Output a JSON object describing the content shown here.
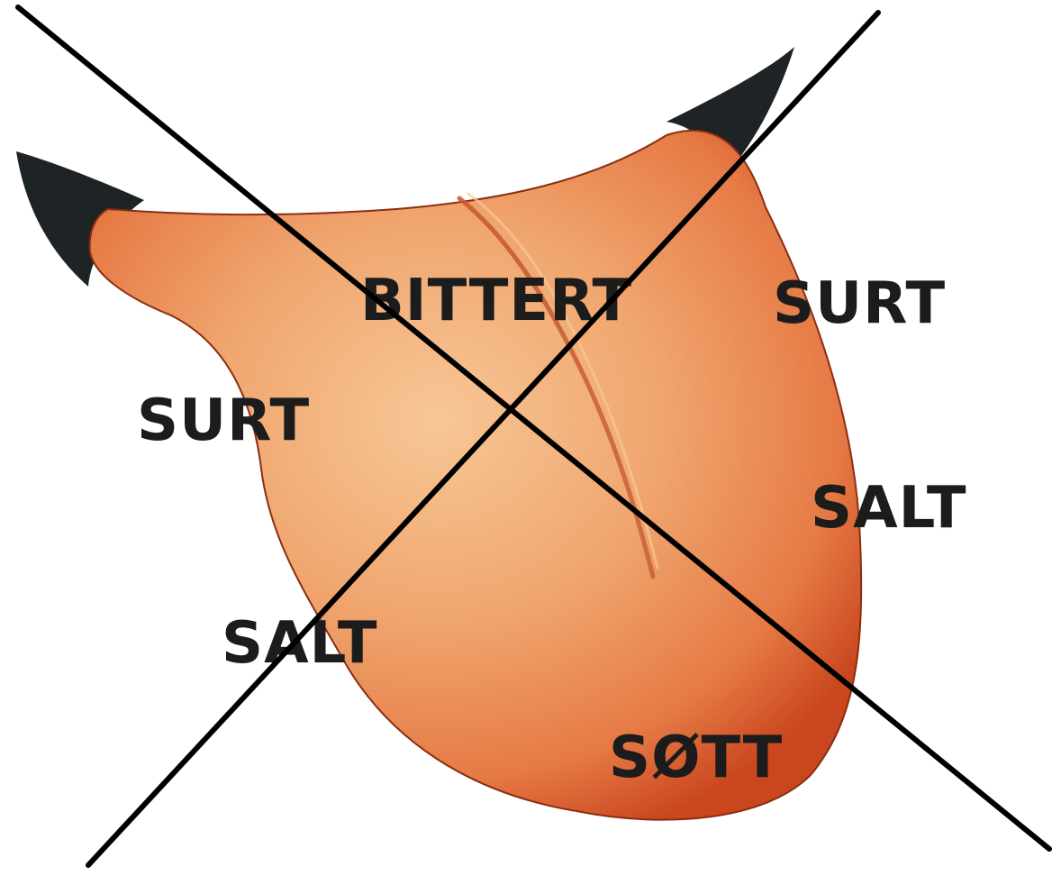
{
  "diagram": {
    "labels": {
      "back": "BITTERT",
      "back_right": "SURT",
      "left_side": "SURT",
      "right_side": "SALT",
      "left_front": "SALT",
      "tip": "SØTT"
    },
    "colors": {
      "tongue_light": "#f2b07a",
      "tongue_mid": "#e67a45",
      "tongue_dark": "#c9461e",
      "throat": "#1e2426",
      "cross_lines": "#000000",
      "label_text": "#1c1c1c"
    },
    "overlay": {
      "type": "cross-out"
    }
  }
}
